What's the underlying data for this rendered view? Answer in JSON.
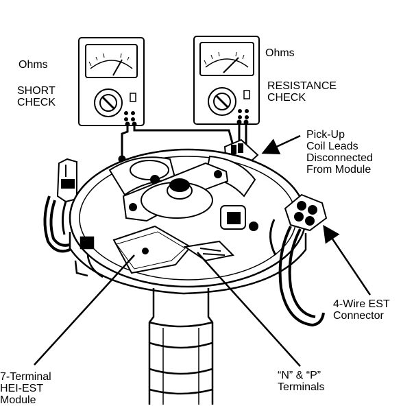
{
  "labels": {
    "left_ohms": "Ohms",
    "short_check": [
      "SHORT",
      "CHECK"
    ],
    "right_ohms": "Ohms",
    "resistance_check": [
      "RESISTANCE",
      "CHECK"
    ],
    "pickup": [
      "Pick-Up",
      "Coil Leads",
      "Disconnected",
      "From Module"
    ],
    "est_connector": [
      "4-Wire EST",
      "Connector"
    ],
    "module": [
      "7-Terminal",
      "HEI-EST",
      "Module"
    ],
    "terminals": [
      "“N” & “P”",
      "Terminals"
    ]
  },
  "colors": {
    "ink": "#000000",
    "paper": "#ffffff"
  }
}
